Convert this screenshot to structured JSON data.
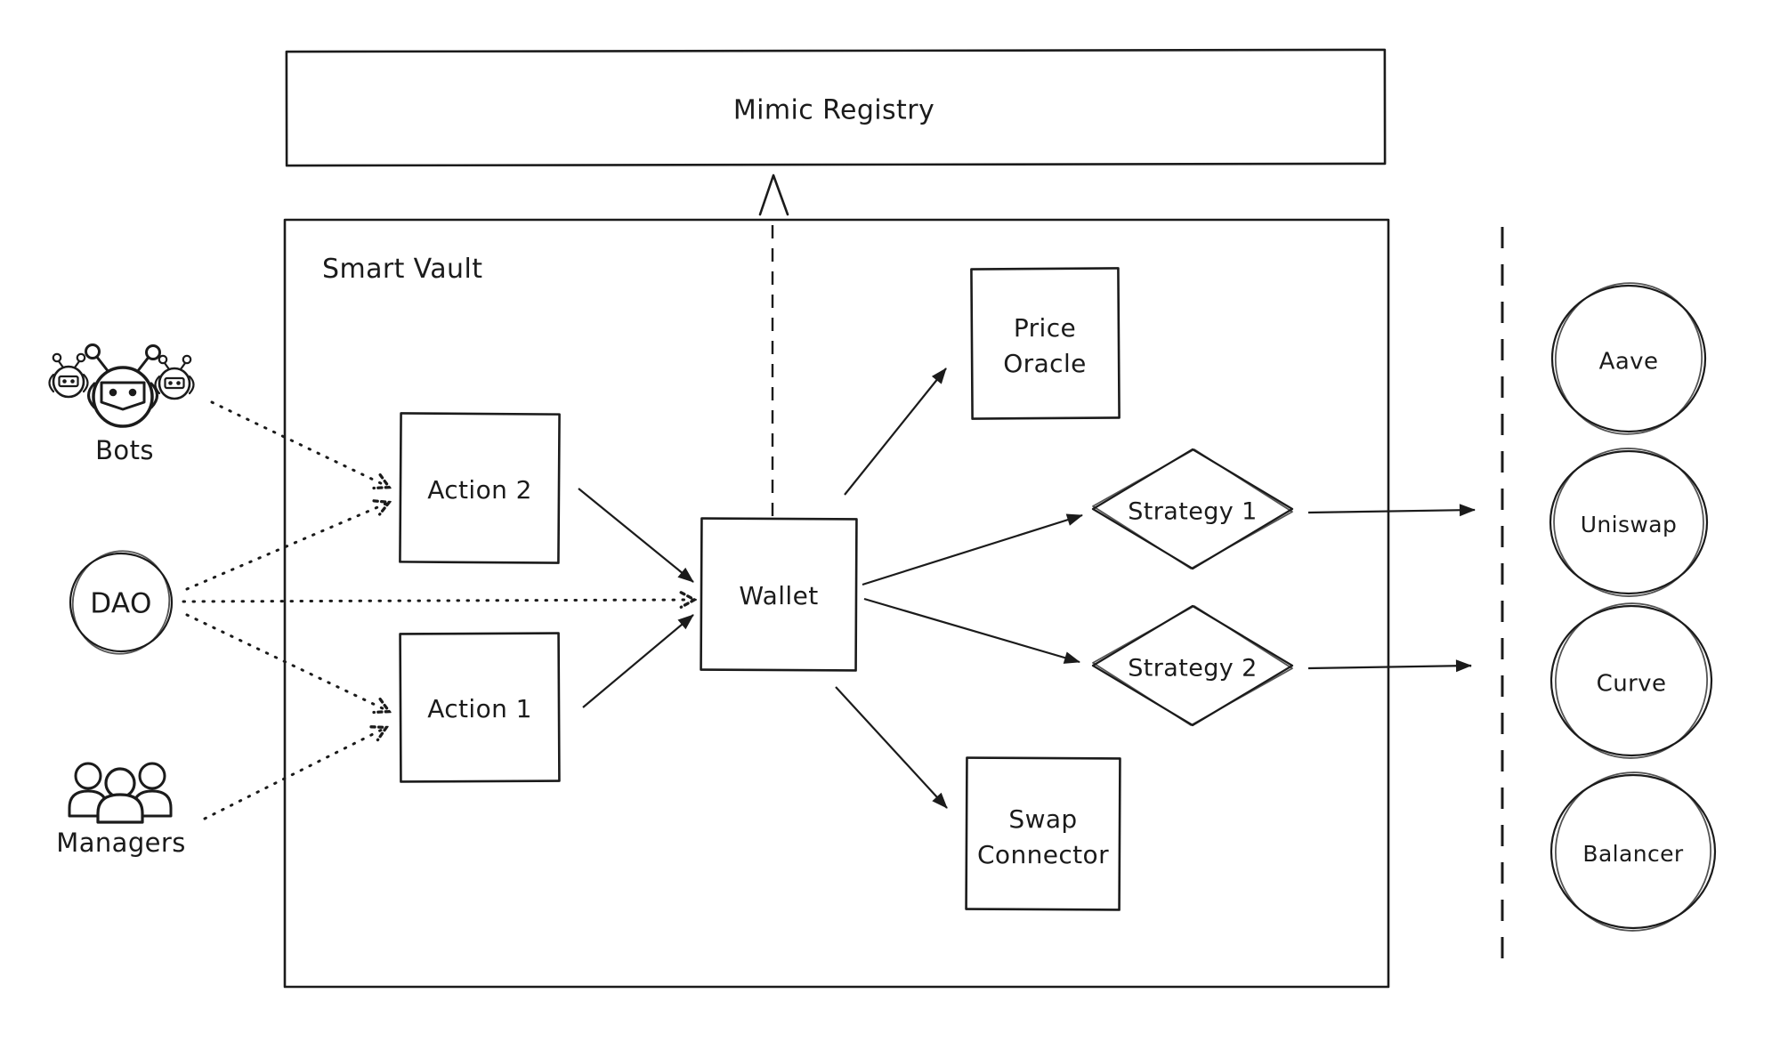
{
  "registry": {
    "label": "Mimic Registry"
  },
  "vault": {
    "label": "Smart Vault"
  },
  "actors": {
    "bots": {
      "label": "Bots"
    },
    "dao": {
      "label": "DAO"
    },
    "managers": {
      "label": "Managers"
    }
  },
  "nodes": {
    "action2": {
      "label": "Action 2"
    },
    "action1": {
      "label": "Action 1"
    },
    "wallet": {
      "label": "Wallet"
    },
    "price_oracle": {
      "line1": "Price",
      "line2": "Oracle"
    },
    "swap_connector": {
      "line1": "Swap",
      "line2": "Connector"
    },
    "strategy1": {
      "label": "Strategy 1"
    },
    "strategy2": {
      "label": "Strategy 2"
    }
  },
  "protocols": [
    {
      "label": "Aave"
    },
    {
      "label": "Uniswap"
    },
    {
      "label": "Curve"
    },
    {
      "label": "Balancer"
    }
  ],
  "edges": [
    {
      "from": "Bots",
      "to": "Action 2",
      "style": "dotted"
    },
    {
      "from": "DAO",
      "to": "Action 2",
      "style": "dotted"
    },
    {
      "from": "DAO",
      "to": "Wallet",
      "style": "dotted"
    },
    {
      "from": "DAO",
      "to": "Action 1",
      "style": "dotted"
    },
    {
      "from": "Managers",
      "to": "Action 1",
      "style": "dotted"
    },
    {
      "from": "Action 2",
      "to": "Wallet",
      "style": "solid"
    },
    {
      "from": "Action 1",
      "to": "Wallet",
      "style": "solid"
    },
    {
      "from": "Wallet",
      "to": "Mimic Registry",
      "style": "dashed"
    },
    {
      "from": "Wallet",
      "to": "Price Oracle",
      "style": "solid"
    },
    {
      "from": "Wallet",
      "to": "Strategy 1",
      "style": "solid"
    },
    {
      "from": "Wallet",
      "to": "Strategy 2",
      "style": "solid"
    },
    {
      "from": "Wallet",
      "to": "Swap Connector",
      "style": "solid"
    },
    {
      "from": "Strategy 1",
      "to": "external protocols",
      "style": "solid"
    },
    {
      "from": "Strategy 2",
      "to": "external protocols",
      "style": "solid"
    }
  ],
  "colors": {
    "ink": "#1b1b1b",
    "background": "#ffffff"
  }
}
